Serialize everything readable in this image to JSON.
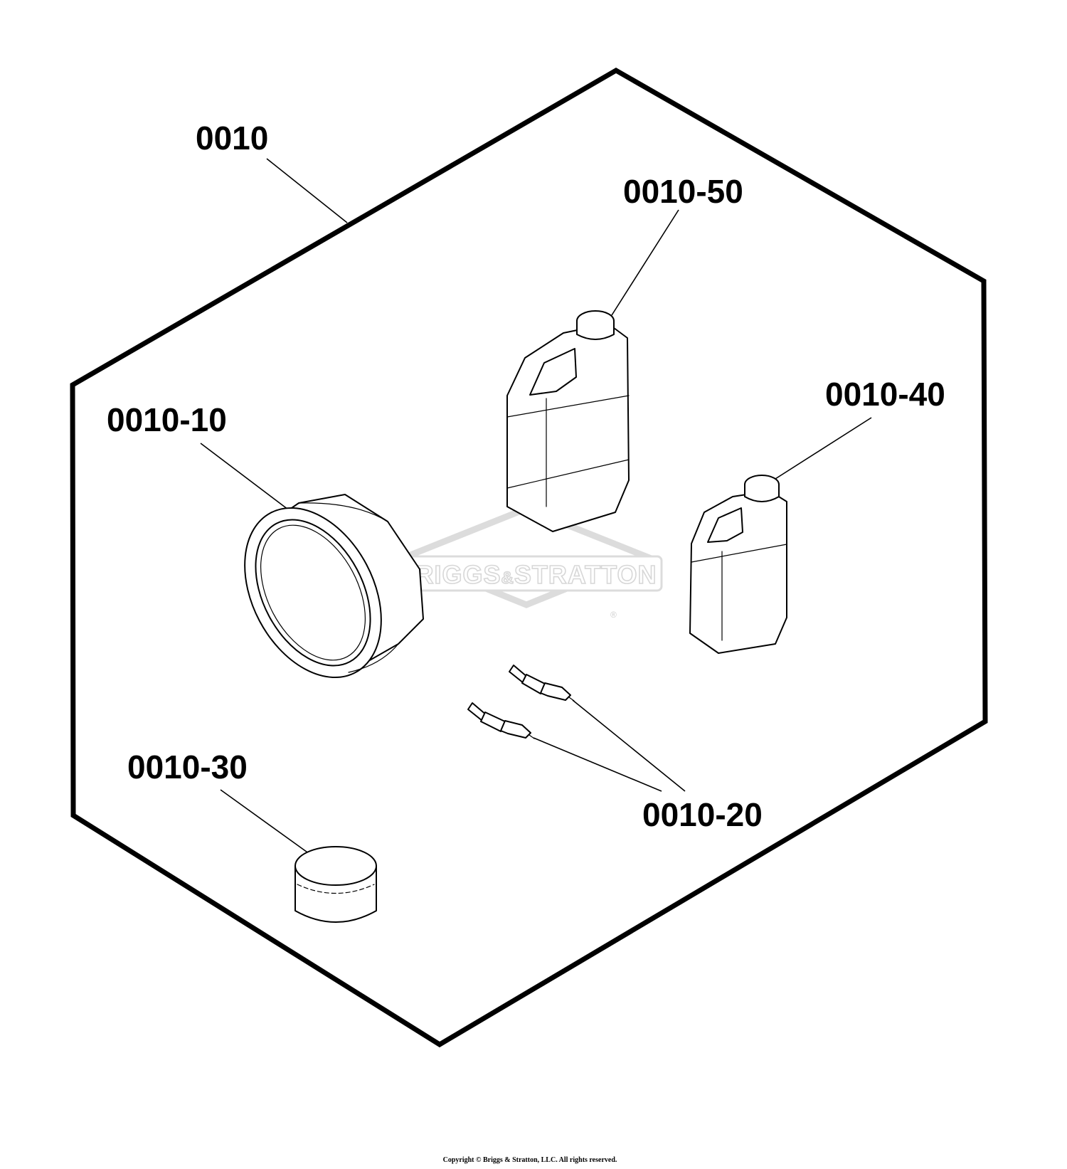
{
  "diagram": {
    "callouts": {
      "kit": "0010",
      "air_filter": "0010-10",
      "spark_plugs": "0010-20",
      "oil_filter": "0010-30",
      "oil_small": "0010-40",
      "oil_large": "0010-50"
    },
    "watermark": {
      "brand_left": "BRIGGS",
      "brand_amp": "&",
      "brand_right": "STRATTON",
      "registered": "®"
    },
    "copyright": "Copyright © Briggs & Stratton, LLC. All rights reserved."
  }
}
